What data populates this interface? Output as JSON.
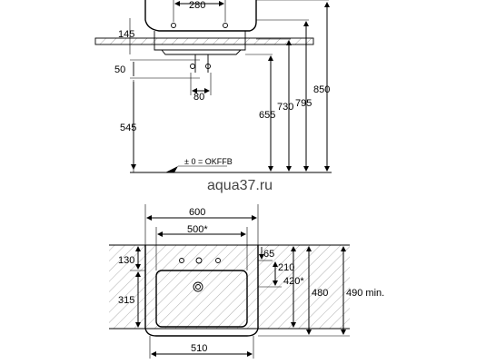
{
  "side_view": {
    "dims": {
      "width_top": "280",
      "height_rim": "145",
      "waste_offset": "50",
      "waste_spacing": "80",
      "drain_height": "545",
      "h655": "655",
      "h730": "730",
      "h795": "795",
      "h850": "850"
    },
    "floor_label": "± 0 = OKFFB"
  },
  "watermark": "aqua37.ru",
  "plan_view": {
    "dims": {
      "overall_width": "600",
      "bracket_width": "500*",
      "top_offset": "130",
      "lower_offset": "315",
      "tap_offset": "65",
      "tap_to_waste": "210",
      "depth_420": "420*",
      "depth_480": "480",
      "min_490": "490 min.",
      "basin_width": "510"
    }
  }
}
